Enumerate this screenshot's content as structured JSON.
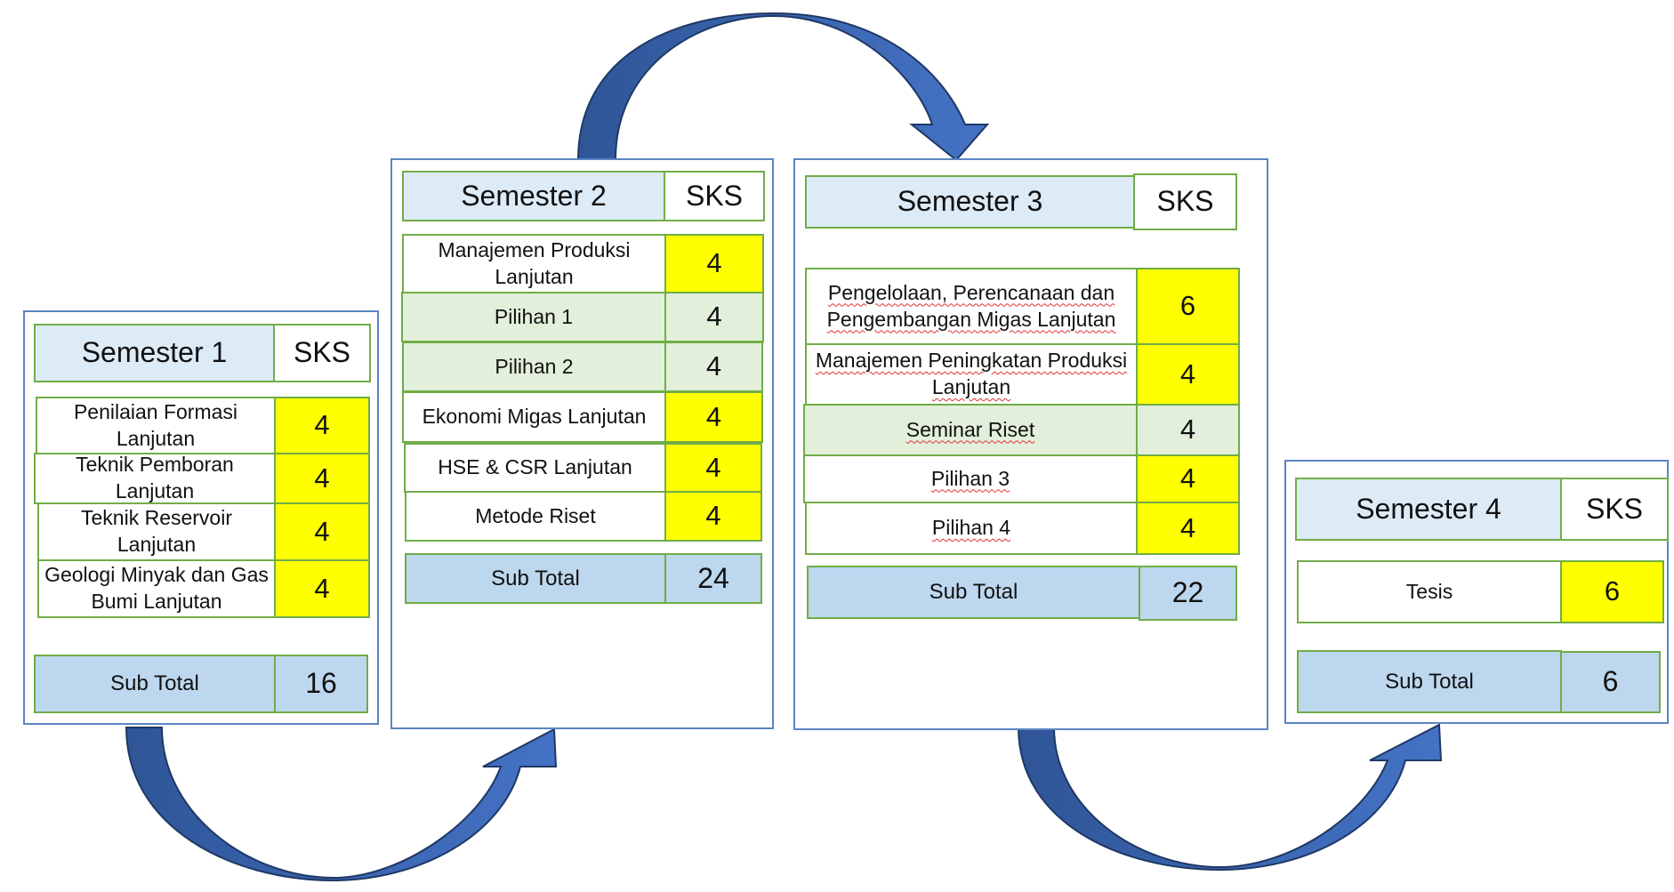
{
  "diagram": {
    "title": "Semester curriculum flow",
    "colors": {
      "arrow_dark": "#2F5597",
      "arrow_light": "#4472C4",
      "panel_border": "#5B84C4",
      "cell_border": "#70AD47",
      "header_fill": "#DDEBF7",
      "sks_highlight": "#FFFF00",
      "elective_fill": "#E2EFDA",
      "subtotal_fill": "#BDD7EE"
    },
    "flow": [
      "Semester 1",
      "Semester 2",
      "Semester 3",
      "Semester 4"
    ]
  },
  "semesters": [
    {
      "title": "Semester 1",
      "sks_label": "SKS",
      "courses": [
        {
          "name": "Penilaian Formasi Lanjutan",
          "sks": "4",
          "highlight": "yellow"
        },
        {
          "name": "Teknik Pemboran Lanjutan",
          "sks": "4",
          "highlight": "yellow"
        },
        {
          "name": "Teknik Reservoir Lanjutan",
          "sks": "4",
          "highlight": "yellow"
        },
        {
          "name": "Geologi Minyak dan Gas Bumi Lanjutan",
          "sks": "4",
          "highlight": "yellow"
        }
      ],
      "subtotal_label": "Sub Total",
      "subtotal": "16"
    },
    {
      "title": "Semester 2",
      "sks_label": "SKS",
      "courses": [
        {
          "name": "Manajemen Produksi Lanjutan",
          "sks": "4",
          "highlight": "yellow"
        },
        {
          "name": "Pilihan 1",
          "sks": "4",
          "highlight": "green"
        },
        {
          "name": "Pilihan 2",
          "sks": "4",
          "highlight": "green"
        },
        {
          "name": "Ekonomi Migas Lanjutan",
          "sks": "4",
          "highlight": "yellow"
        },
        {
          "name": "HSE & CSR Lanjutan",
          "sks": "4",
          "highlight": "yellow"
        },
        {
          "name": "Metode Riset",
          "sks": "4",
          "highlight": "yellow"
        }
      ],
      "subtotal_label": "Sub Total",
      "subtotal": "24"
    },
    {
      "title": "Semester 3",
      "sks_label": "SKS",
      "courses": [
        {
          "name": "Pengelolaan, Perencanaan dan Pengembangan Migas Lanjutan",
          "sks": "6",
          "highlight": "yellow"
        },
        {
          "name": "Manajemen Peningkatan Produksi Lanjutan",
          "sks": "4",
          "highlight": "yellow"
        },
        {
          "name": "Seminar Riset",
          "sks": "4",
          "highlight": "green"
        },
        {
          "name": "Pilihan 3",
          "sks": "4",
          "highlight": "yellow"
        },
        {
          "name": "Pilihan 4",
          "sks": "4",
          "highlight": "yellow"
        }
      ],
      "subtotal_label": "Sub Total",
      "subtotal": "22"
    },
    {
      "title": "Semester 4",
      "sks_label": "SKS",
      "courses": [
        {
          "name": "Tesis",
          "sks": "6",
          "highlight": "yellow"
        }
      ],
      "subtotal_label": "Sub Total",
      "subtotal": "6"
    }
  ]
}
